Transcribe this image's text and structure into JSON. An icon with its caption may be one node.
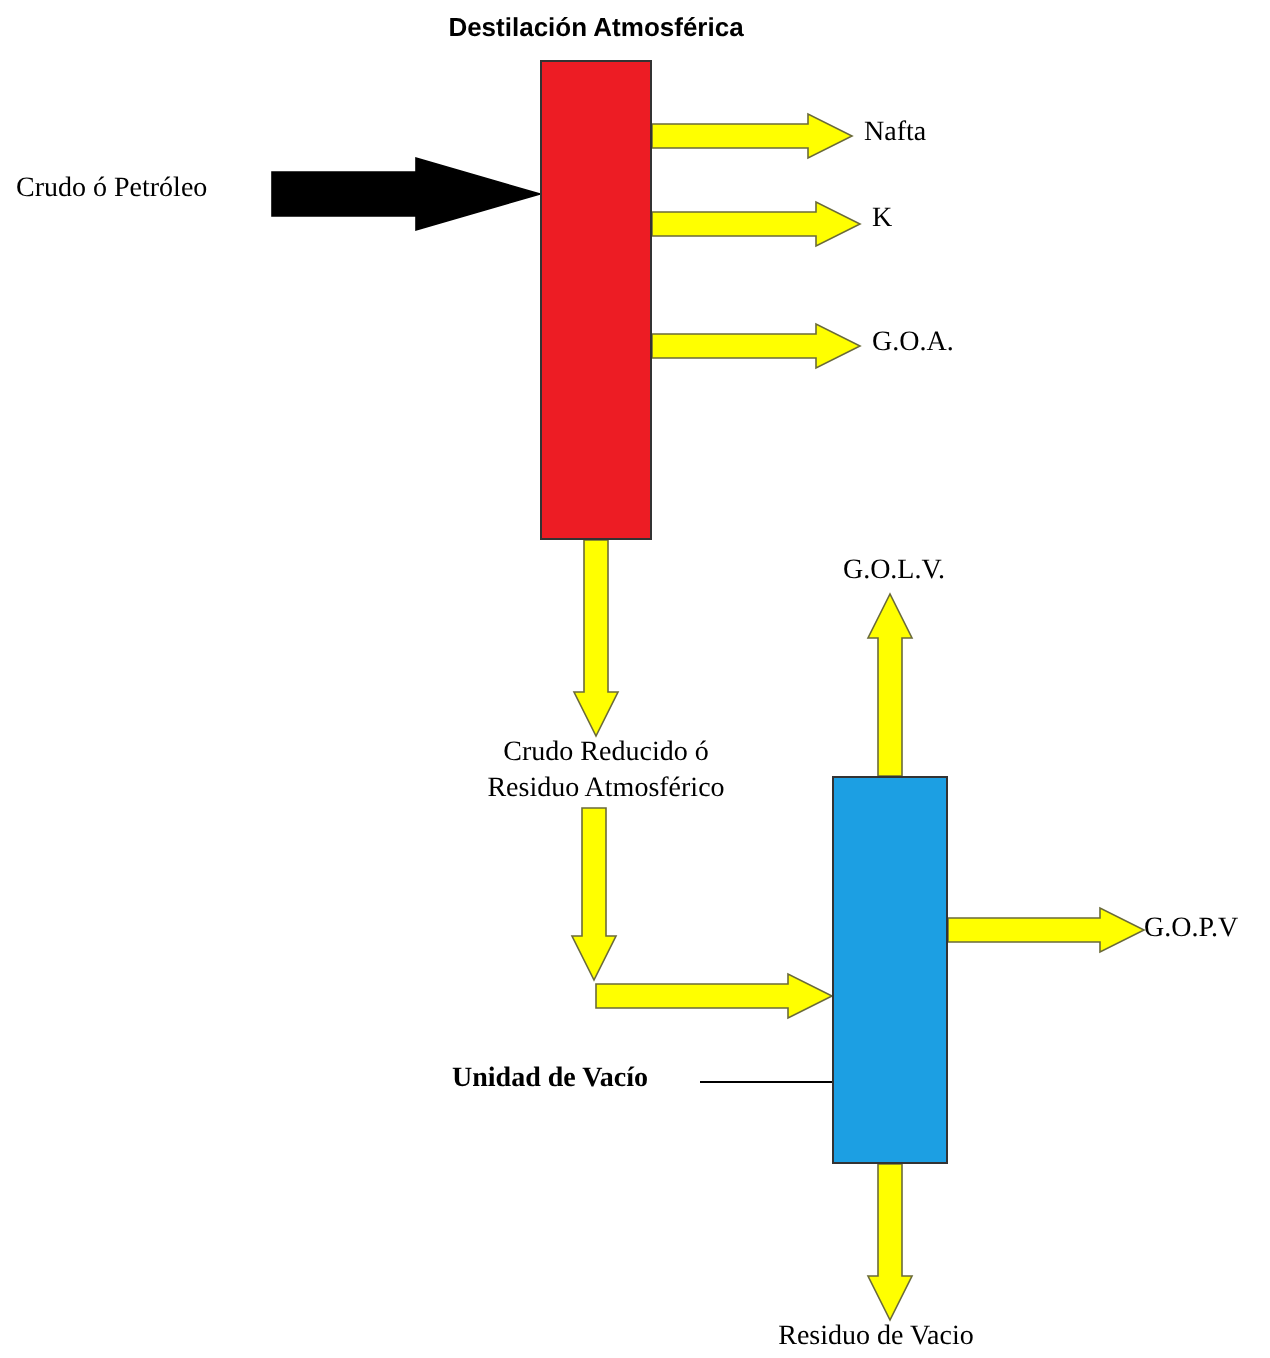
{
  "diagram": {
    "nodes": [
      {
        "text": [
          "Destilación Atmosférica"
        ]
      },
      {
        "text": [
          "Crudo ó Petróleo"
        ]
      },
      {
        "text": [
          "Nafta"
        ]
      },
      {
        "text": [
          "K"
        ]
      },
      {
        "text": [
          "G.O.A."
        ]
      },
      {
        "text": [
          "Crudo Reducido ó Residuo Atmosférico"
        ]
      },
      {
        "text": [
          "G.O.L.V."
        ]
      },
      {
        "text": [],
        "shape": "box"
      },
      {
        "text": [
          "G.O.P.V"
        ]
      },
      {
        "text": [
          "Unidad de Vacío"
        ]
      },
      {
        "text": [
          "Residuo de Vacio"
        ]
      }
    ],
    "edges": [
      {
        "from": 1,
        "to": 0,
        "arrow": "to",
        "style": "thick",
        "color": "#000000"
      },
      {
        "from": 0,
        "to": 2,
        "arrow": "to"
      },
      {
        "from": 0,
        "to": 3,
        "arrow": "to"
      },
      {
        "from": 0,
        "to": 4,
        "arrow": "to"
      },
      {
        "from": 0,
        "to": 5,
        "arrow": "to"
      },
      {
        "from": 5,
        "to": null,
        "arrow": "to"
      },
      {
        "from": null,
        "to": 7,
        "arrow": "to"
      },
      {
        "from": 7,
        "to": 6,
        "arrow": "to"
      },
      {
        "from": 7,
        "to": 8,
        "arrow": "to"
      },
      {
        "from": 9,
        "to": 7,
        "arrow": "none",
        "color": "#000000"
      },
      {
        "from": 7,
        "to": 10,
        "arrow": "to"
      }
    ]
  }
}
